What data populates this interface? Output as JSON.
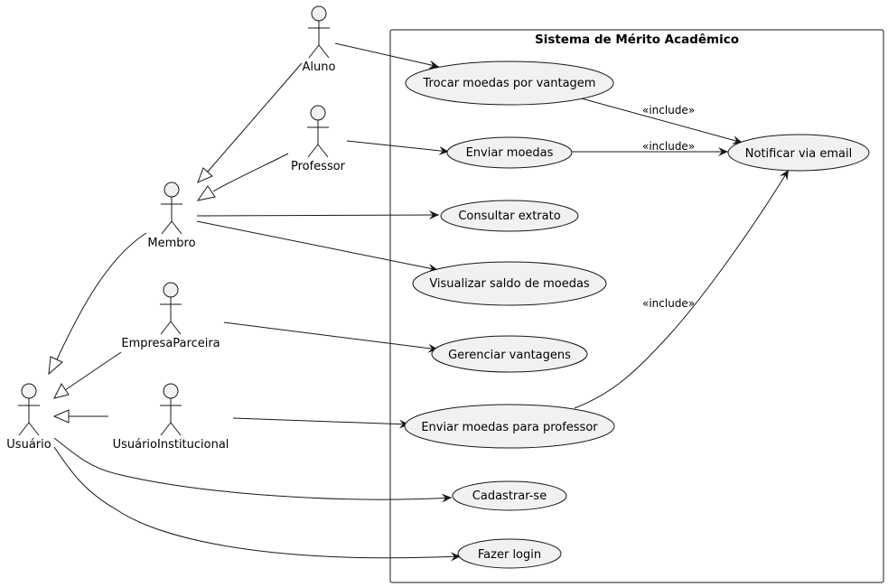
{
  "system": {
    "title": "Sistema de Mérito Acadêmico"
  },
  "actors": {
    "aluno": "Aluno",
    "professor": "Professor",
    "membro": "Membro",
    "empresa": "EmpresaParceira",
    "institucional": "UsuárioInstitucional",
    "usuario": "Usuário"
  },
  "use_cases": {
    "trocar": "Trocar moedas por vantagem",
    "enviar": "Enviar moedas",
    "consultar": "Consultar extrato",
    "visualizar": "Visualizar saldo de moedas",
    "gerenciar": "Gerenciar vantagens",
    "enviar_prof": "Enviar moedas para professor",
    "cadastrar": "Cadastrar-se",
    "login": "Fazer login",
    "notificar": "Notificar via email"
  },
  "relations": {
    "include_label": "«include»"
  },
  "colors": {
    "actor_fill": "#f1f1f1",
    "usecase_fill": "#f1f1f1",
    "stroke": "#181818"
  }
}
